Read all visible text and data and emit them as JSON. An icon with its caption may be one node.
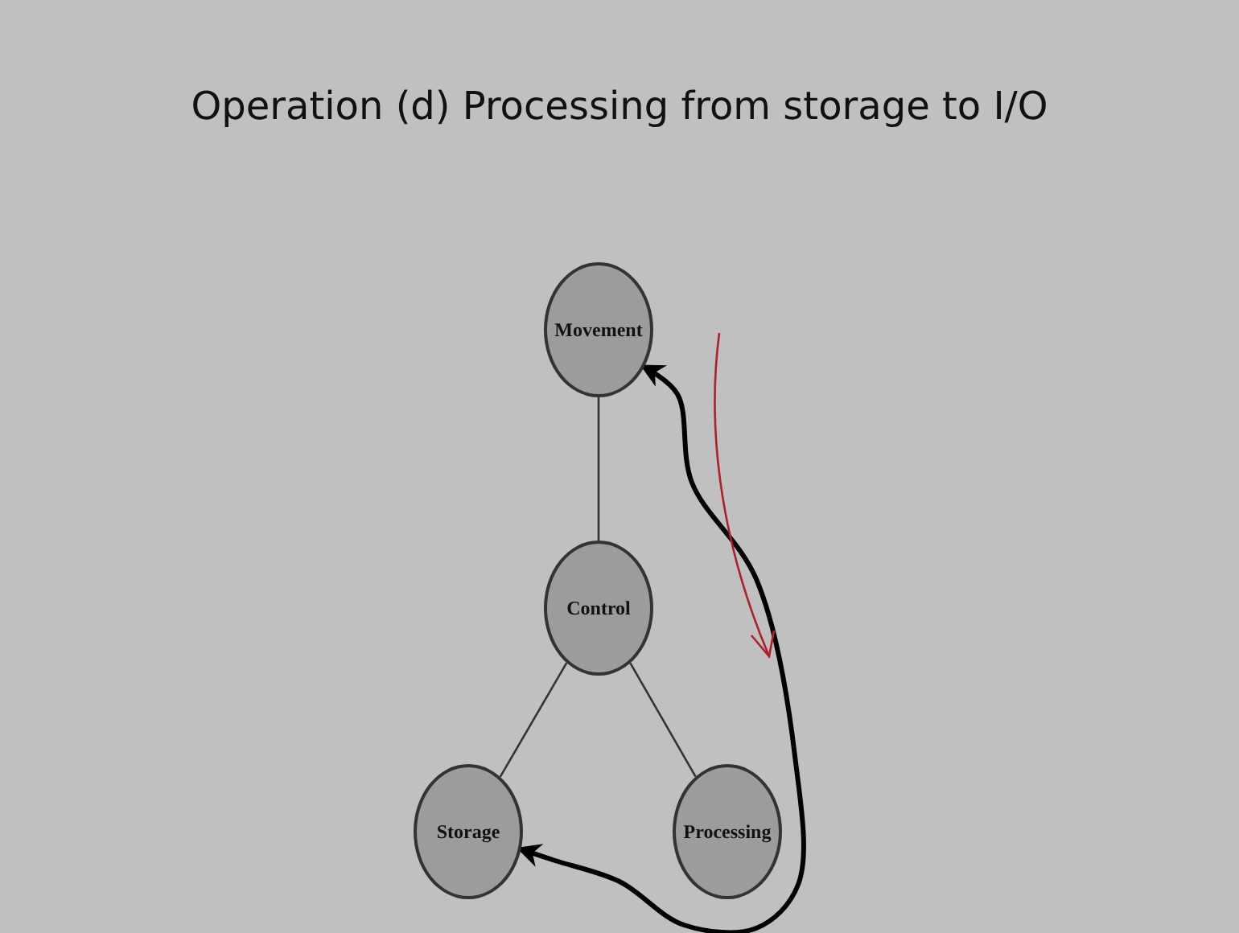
{
  "diagram": {
    "title": "Operation (d) Processing from storage to I/O",
    "nodes": [
      {
        "text": [
          "Movement"
        ]
      },
      {
        "text": [
          "Control"
        ]
      },
      {
        "text": [
          "Storage"
        ]
      },
      {
        "text": [
          "Processing"
        ]
      }
    ],
    "edges": [
      {
        "from": 0,
        "to": 1,
        "arrow": "none"
      },
      {
        "from": 1,
        "to": 2,
        "arrow": "none"
      },
      {
        "from": 1,
        "to": 3,
        "arrow": "none"
      },
      {
        "from": 2,
        "to": 0,
        "arrow": "both",
        "style": "thick"
      }
    ]
  }
}
